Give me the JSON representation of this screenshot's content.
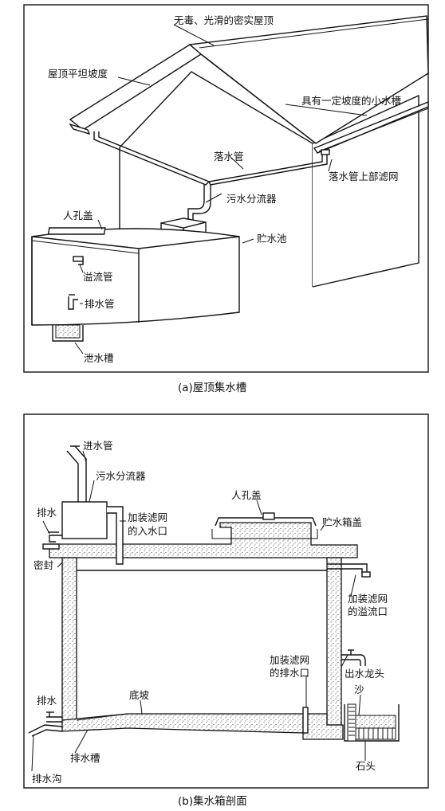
{
  "diagram_a": {
    "caption": "(a)屋顶集水槽",
    "labels": {
      "roof_material": "无毒、光滑的密实屋顶",
      "roof_slope": "屋顶平坦坡度",
      "gutter": "具有一定坡度的小水槽",
      "downpipe": "落水管",
      "downpipe_filter": "落水管上部滤网",
      "diverter": "污水分流器",
      "manhole": "人孔盖",
      "tank": "贮水池",
      "overflow": "溢流管",
      "drain_pipe": "排水管",
      "drain_trough": "泄水槽"
    }
  },
  "diagram_b": {
    "caption": "(b)集水箱剖面",
    "labels": {
      "inlet_pipe": "进水管",
      "diverter": "污水分流器",
      "drain_top": "排水",
      "filtered_inlet_l1": "加装滤网",
      "filtered_inlet_l2": "的入水口",
      "manhole": "人孔盖",
      "tank_cover": "贮水箱盖",
      "seal": "密封",
      "filtered_overflow_l1": "加装滤网",
      "filtered_overflow_l2": "的溢流口",
      "filtered_outlet_l1": "加装滤网",
      "filtered_outlet_l2": "的排水口",
      "tap": "出水龙头",
      "drain_bottom": "排水",
      "floor_slope": "底坡",
      "sand": "沙",
      "drain_trough": "排水槽",
      "stone": "石头",
      "ditch": "排水沟"
    }
  }
}
